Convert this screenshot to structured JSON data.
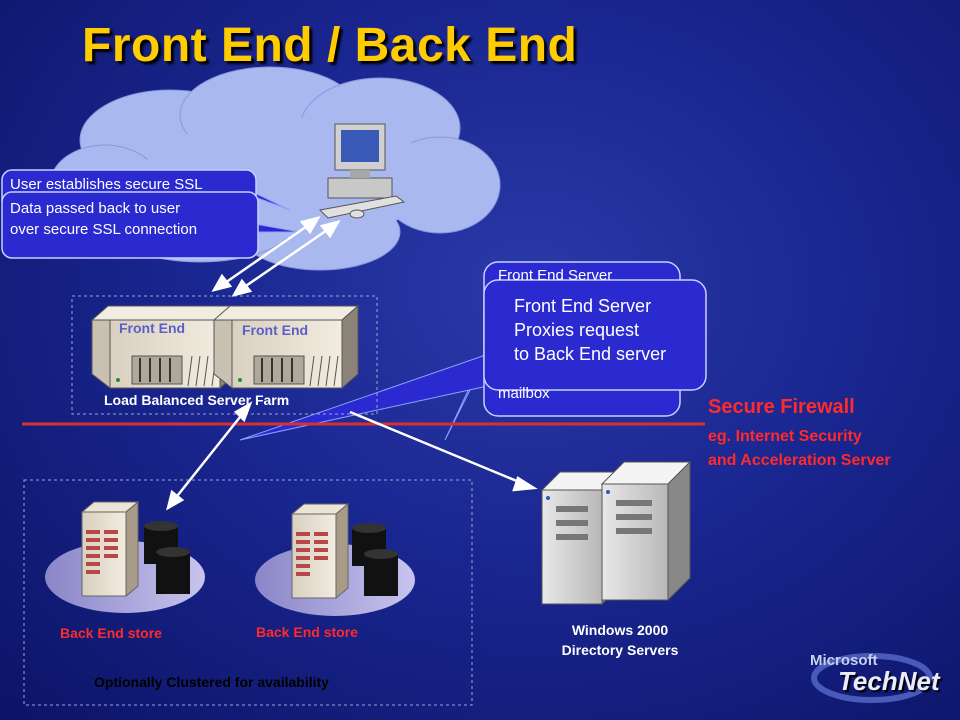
{
  "title": "Front End / Back End",
  "callouts": {
    "ssl_establish": "User establishes secure SSL",
    "data_back": [
      "Data passed back to user",
      "over secure SSL connection"
    ],
    "fe_auth_partial": [
      "Front End Server",
      "mailbox"
    ],
    "fe_proxy": [
      "Front End Server",
      "Proxies request",
      "to Back End server"
    ]
  },
  "front_end": {
    "server1": "Front End",
    "server2": "Front End",
    "farm_label": "Load Balanced Server Farm"
  },
  "firewall": {
    "title": "Secure Firewall",
    "line1": "eg. Internet Security",
    "line2": "and Acceleration Server"
  },
  "back_end": {
    "store1": "Back End store",
    "store2": "Back End store",
    "cluster_label": "Optionally Clustered for availability"
  },
  "directory": {
    "line1": "Windows 2000",
    "line2": "Directory Servers"
  },
  "logo": {
    "brand": "Microsoft",
    "product": "TechNet"
  },
  "colors": {
    "title": "#ffcc00",
    "callout_fill": "#2a2ad0",
    "firewall": "#ff2a2a",
    "cloud": "#aab8f0"
  }
}
